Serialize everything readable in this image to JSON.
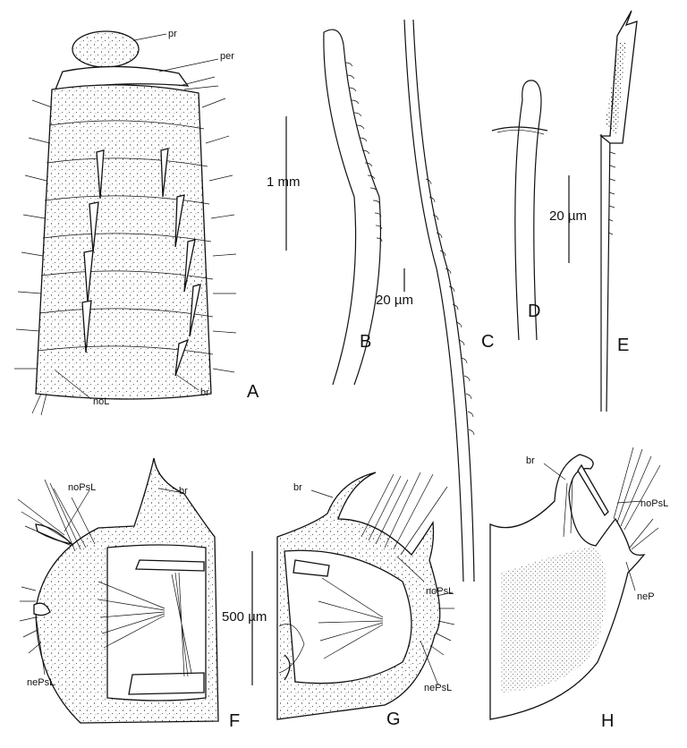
{
  "figure": {
    "panels": [
      "A",
      "B",
      "C",
      "D",
      "E",
      "F",
      "G",
      "H"
    ],
    "labels": {
      "pr": "pr",
      "per": "per",
      "noL": "noL",
      "br": "br",
      "noPsL": "noPsL",
      "nePsL": "nePsL",
      "neP": "neP"
    },
    "scales": {
      "mm1": "1 mm",
      "um20": "20 µm",
      "um20b": "20 µm",
      "um500": "500 µm"
    }
  }
}
